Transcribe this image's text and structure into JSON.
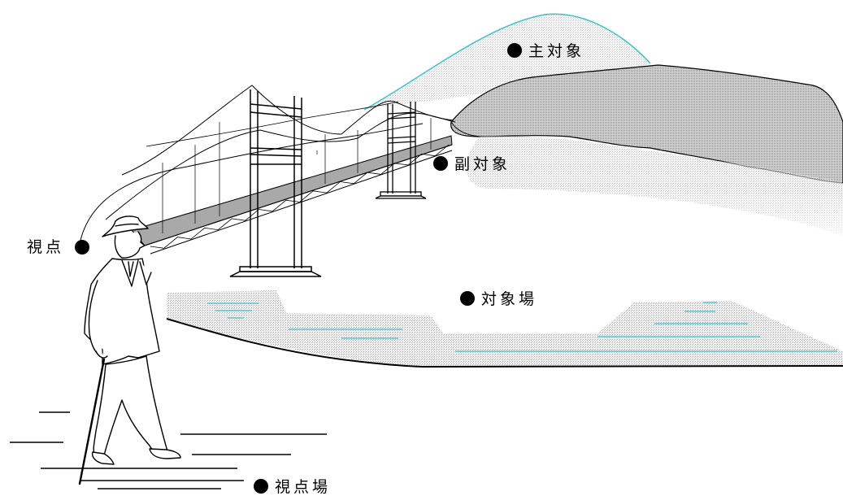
{
  "labels": {
    "main_object": "主対象",
    "sub_object": "副対象",
    "viewpoint": "視点",
    "object_field": "対象場",
    "viewpoint_field": "視点場"
  },
  "colors": {
    "accent_line": "#3cc3cf",
    "stipple_fill": "#d9d9d9",
    "ink": "#000000",
    "beam": "#a9a9a9"
  }
}
